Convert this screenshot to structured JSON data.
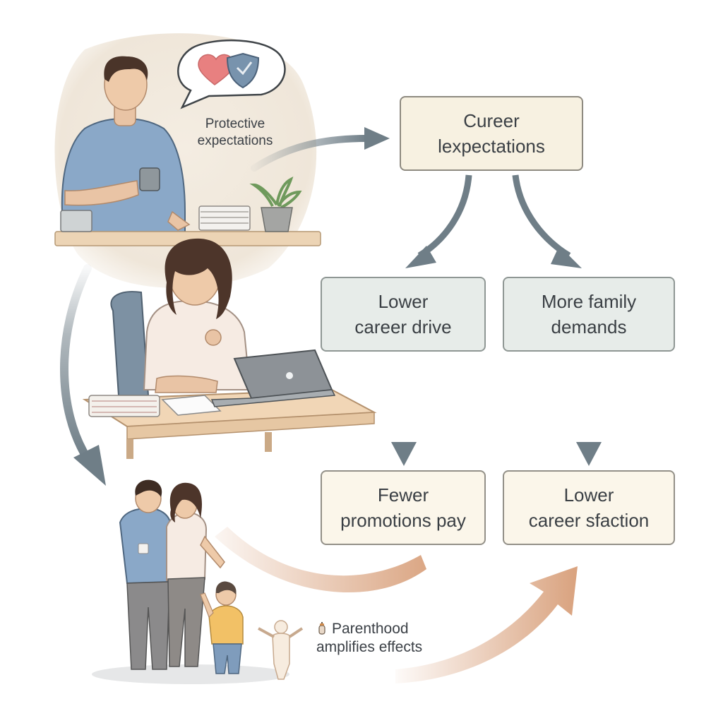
{
  "bubble": {
    "icons": [
      "heart-icon",
      "shield-icon"
    ],
    "caption_lines": [
      "Protective",
      "expectations"
    ]
  },
  "nodes": {
    "career_expectations": {
      "lines": [
        "Cureer",
        "lexpectations"
      ]
    },
    "lower_career_drive": {
      "lines": [
        "Lower",
        "career drive"
      ]
    },
    "more_family_demands": {
      "lines": [
        "More family",
        "demands"
      ]
    },
    "fewer_promotions_pay": {
      "lines": [
        "Fewer",
        "promotions pay"
      ]
    },
    "lower_career_satisfaction": {
      "lines": [
        "Lower",
        "career sfaction"
      ]
    }
  },
  "parenthood": {
    "icon": "baby-bottle-icon",
    "lines": [
      "Parenthood",
      "amplifies effects"
    ]
  },
  "colors": {
    "arrow_slate": "#6f7e87",
    "arrow_peach": "#d9a27e",
    "box_beige": "#f7f1e1",
    "box_gray": "#e7ece9",
    "shirt_blue": "#8aa8c8"
  }
}
